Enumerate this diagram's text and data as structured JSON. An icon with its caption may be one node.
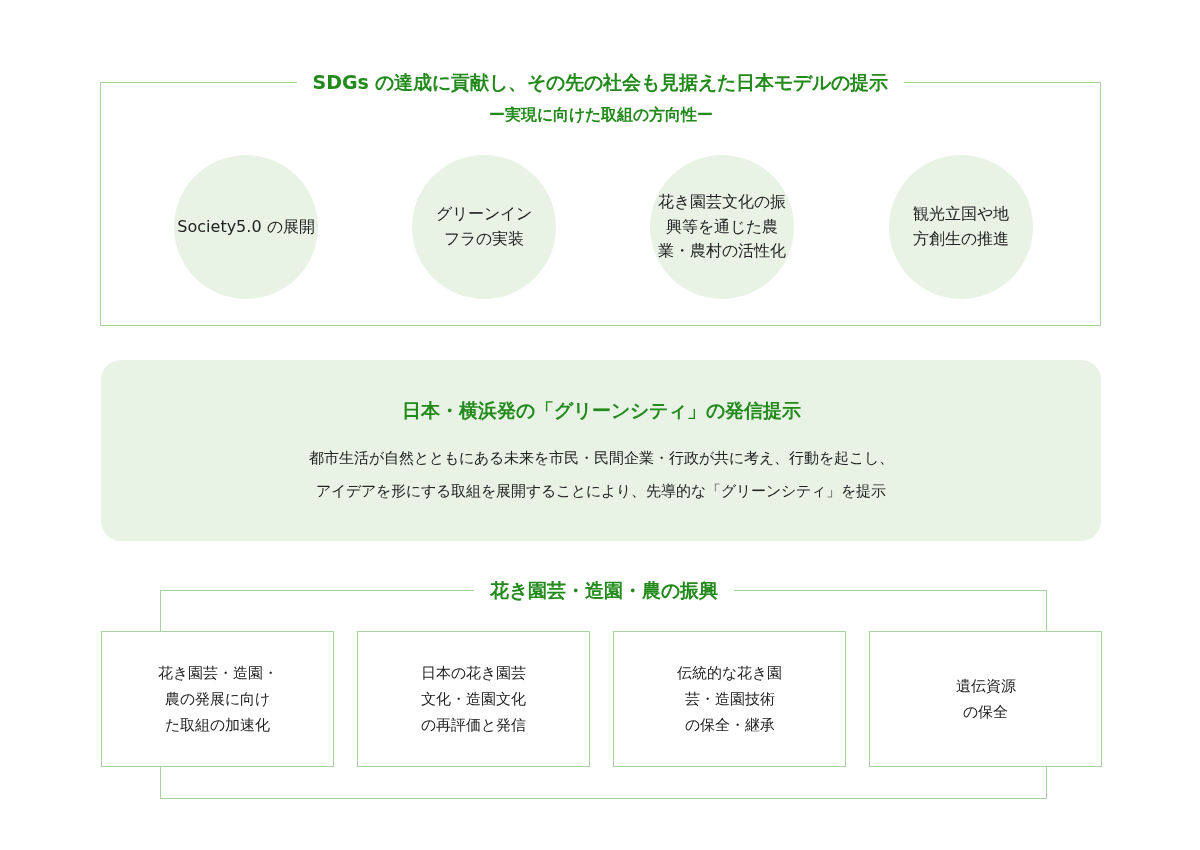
{
  "diagram": {
    "nodes": [
      {
        "text": [
          "SDGs の達成に貢献し、その先の社会も見据えた日本モデルの提示",
          "ー実現に向けた取組の方向性ー"
        ]
      },
      {
        "text": [
          "Society5.0 の展開"
        ],
        "in": 0
      },
      {
        "text": [
          "グリーンインフラの実装"
        ],
        "in": 0
      },
      {
        "text": [
          "花き園芸文化の振興等を通じた農業・農村の活性化"
        ],
        "in": 0
      },
      {
        "text": [
          "観光立国や地方創生の推進"
        ],
        "in": 0
      },
      {
        "text": [
          "日本・横浜発の「グリーンシティ」の発信提示",
          "都市生活が自然とともにある未来を市民・民間企業・行政が共に考え、行動を起こし、アイデアを形にする取組を展開することにより、先導的な「グリーンシティ」を提示"
        ]
      },
      {
        "text": [
          "花き園芸・造園・農の振興"
        ]
      },
      {
        "text": [
          "花き園芸・造園・農の発展に向けた取組の加速化"
        ]
      },
      {
        "text": [
          "日本の花き園芸文化・造園文化の再評価と発信"
        ]
      },
      {
        "text": [
          "伝統的な花き園芸・造園技術の保全・継承"
        ]
      },
      {
        "text": [
          "遺伝資源の保全"
        ]
      }
    ]
  }
}
